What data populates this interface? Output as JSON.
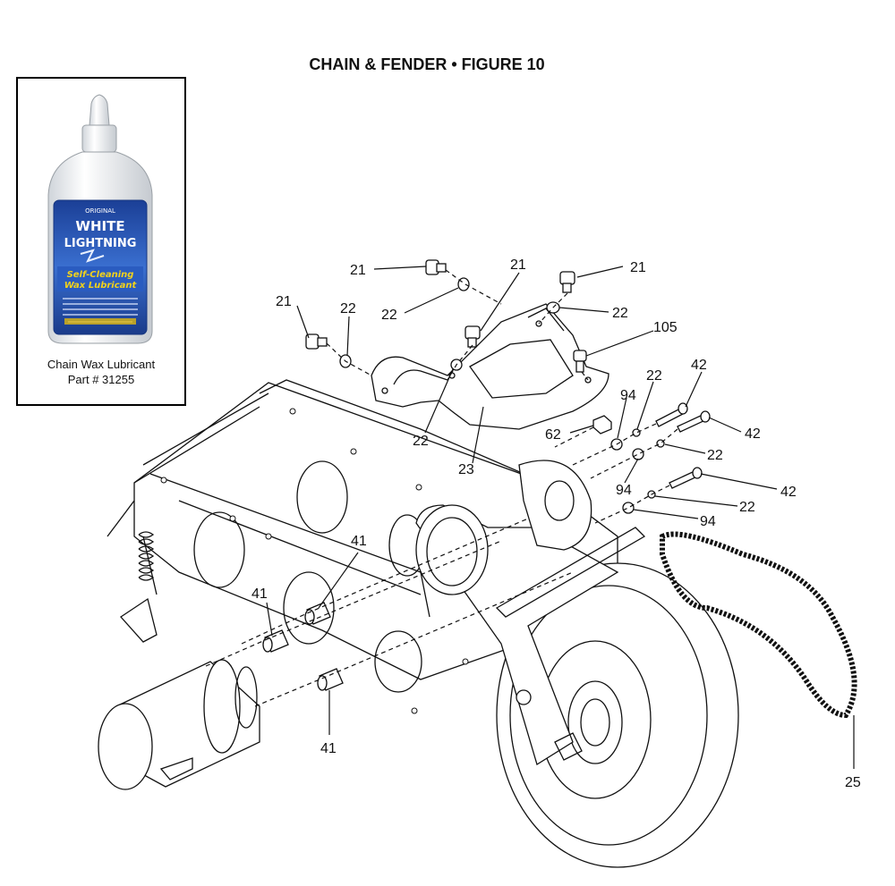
{
  "title": "CHAIN & FENDER  •  FIGURE 10",
  "inset": {
    "caption": "Chain Wax Lubricant",
    "part_number": "Part # 31255",
    "label_text": {
      "brand_top": "ORIGINAL",
      "brand_line1": "WHITE",
      "brand_line2": "LIGHTNING",
      "product_line1": "Self-Cleaning",
      "product_line2": "Wax Lubricant"
    }
  },
  "callouts": {
    "c21a": "21",
    "c21b": "21",
    "c21c": "21",
    "c21d": "21",
    "c22a": "22",
    "c22b": "22",
    "c22c": "22",
    "c22d": "22",
    "c22e": "22",
    "c22f": "22",
    "c105": "105",
    "c94a": "94",
    "c94b": "94",
    "c94c": "94",
    "c42a": "42",
    "c42b": "42",
    "c42c": "42",
    "c62": "62",
    "c23": "23",
    "c41a": "41",
    "c41b": "41",
    "c41c": "41",
    "c25": "25"
  },
  "colors": {
    "line": "#111111",
    "bottle_label_blue": "#1f4fa8",
    "bottle_label_yellow": "#f2d21b"
  }
}
